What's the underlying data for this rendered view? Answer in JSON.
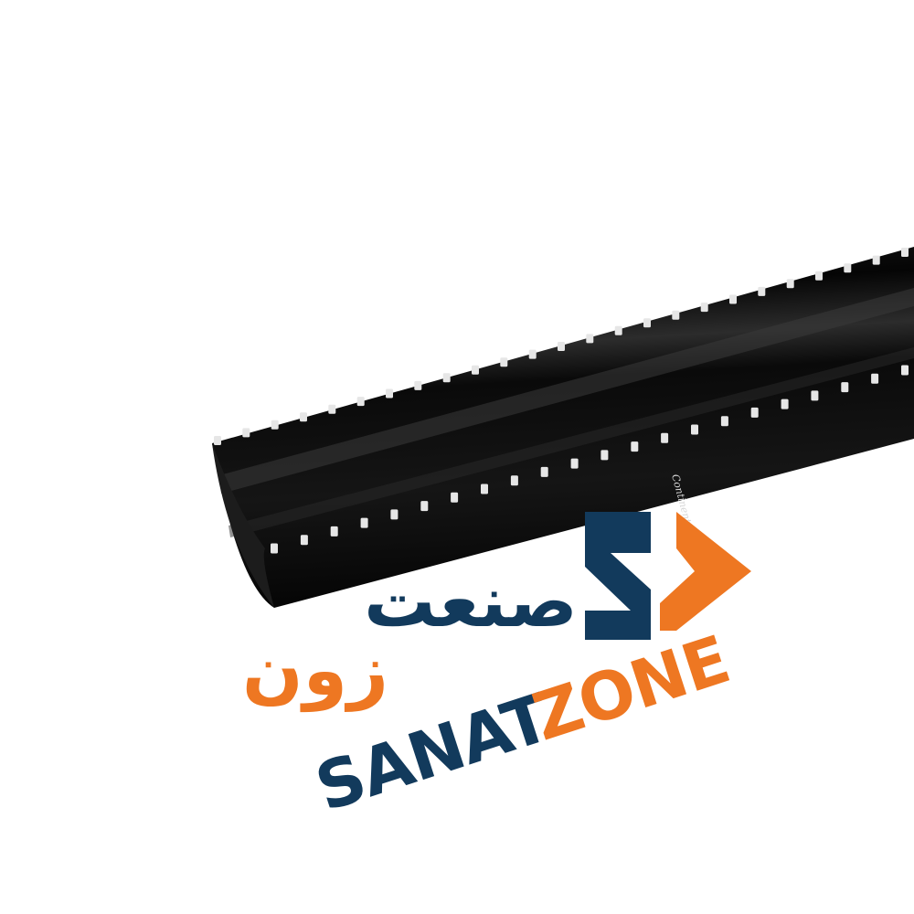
{
  "product": {
    "name": "black-spiral-suction-hose",
    "brand_print": "Continental",
    "colors": {
      "hose_body": "#0b0b0b",
      "hose_highlight": "#3a3a3a",
      "helix": "#e6e6e6"
    }
  },
  "logo": {
    "persian_word_1": "صنعت",
    "persian_word_2": "زون",
    "latin_word_1": "SANAT",
    "latin_word_2": "ZONE",
    "colors": {
      "navy": "#123a5c",
      "orange": "#ee7722"
    }
  }
}
